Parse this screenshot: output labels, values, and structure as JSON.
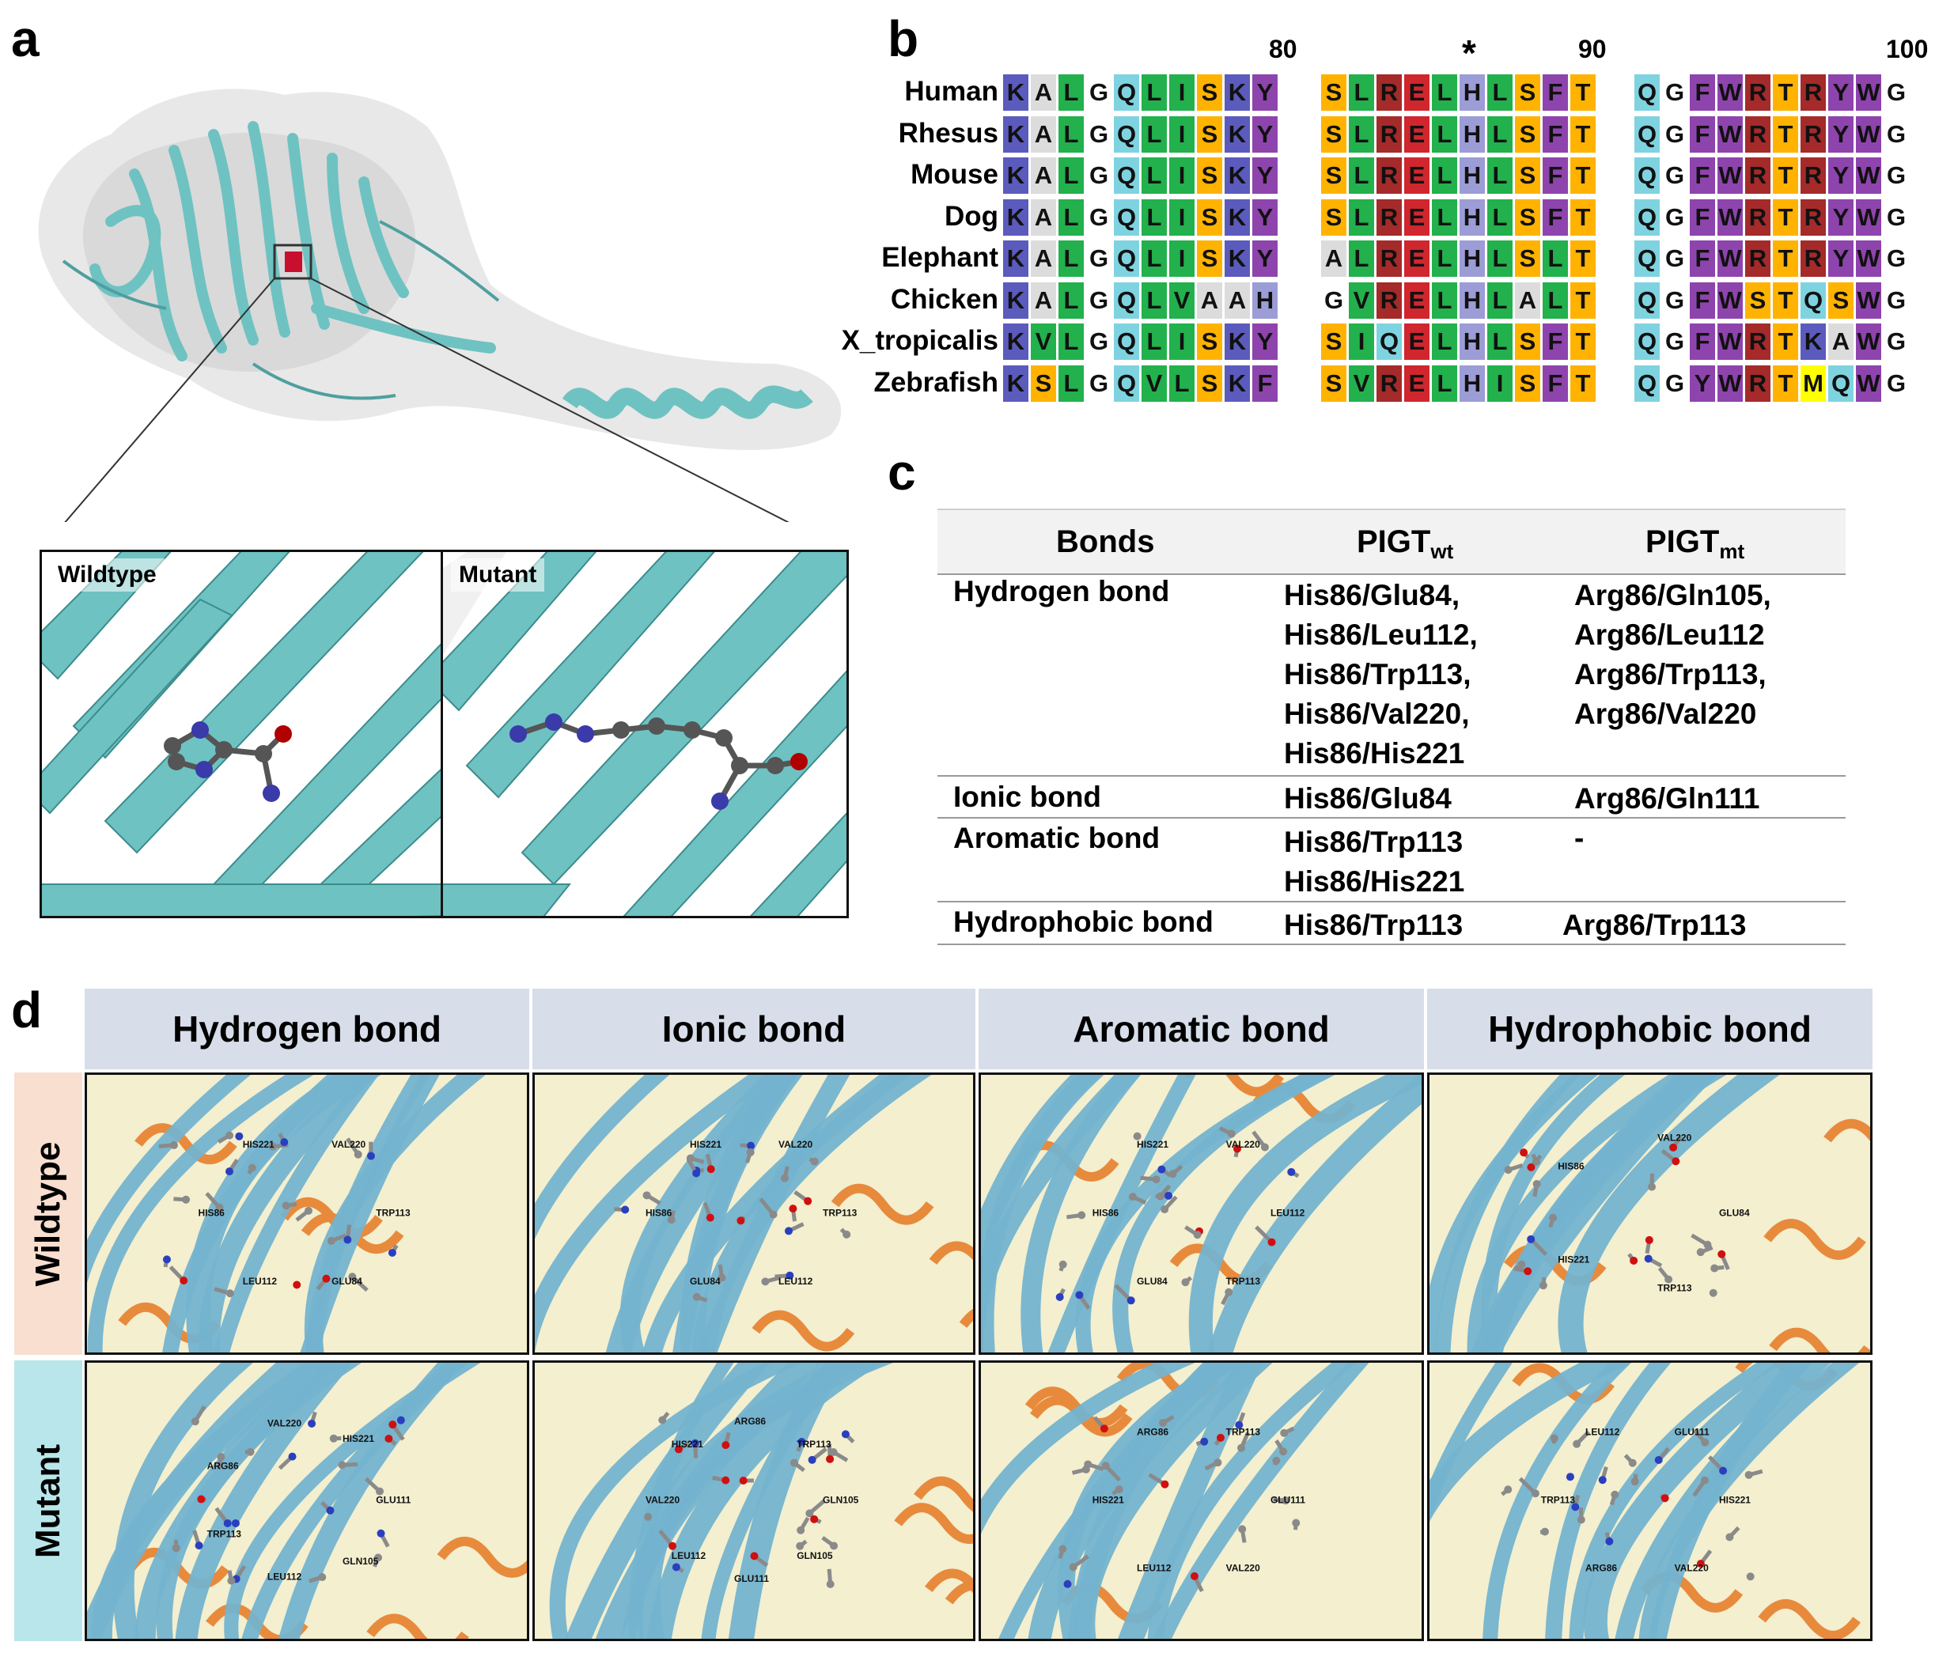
{
  "panel_letters": {
    "a": "a",
    "b": "b",
    "c": "c",
    "d": "d"
  },
  "panel_a": {
    "inset_wildtype_label": "Wildtype",
    "inset_mutant_label": "Mutant",
    "colors": {
      "ribbon": "#6fc2c2",
      "surface": "#d9d9d9",
      "highlight": "#c8102e",
      "carbon": "#555555",
      "nitrogen": "#3a3aaa",
      "oxygen": "#b00000"
    }
  },
  "panel_b": {
    "position_markers": [
      "80",
      "*",
      "90",
      "100"
    ],
    "species": [
      "Human",
      "Rhesus",
      "Mouse",
      "Dog",
      "Elephant",
      "Chicken",
      "X_tropicalis",
      "Zebrafish"
    ],
    "blocks": [
      [
        "KALGQLISKY",
        "KALGQLISKY",
        "KALGQLISKY",
        "KALGQLISKY",
        "KALGQLISKY",
        "KALGQLVAAH",
        "KVLGQLISKY",
        "KSLGQVLSKF"
      ],
      [
        "SLRELHLSFT",
        "SLRELHLSFT",
        "SLRELHLSFT",
        "SLRELHLSFT",
        "ALRELHLSLT",
        "GVRELHLALT",
        "SIQELHLSFT",
        "SVRELHISFT"
      ],
      [
        "QGFWRTRYWG",
        "QGFWRTRYWG",
        "QGFWRTRYWG",
        "QGFWRTRYWG",
        "QGFWRTRYWG",
        "QGFWSTQSWG",
        "QGFWRTKAWG",
        "QGYWRTMQWG"
      ]
    ],
    "residue_colors": {
      "K": "#5b5bbd",
      "R": "#a52a2a",
      "H": "#9c9cd6",
      "A": "#dcdcdc",
      "L": "#22b14c",
      "I": "#22b14c",
      "V": "#22b14c",
      "M": "#ffff00",
      "G": "#ffffff",
      "Q": "#7fd3e0",
      "N": "#7fd3e0",
      "S": "#ffb300",
      "T": "#ffb300",
      "Y": "#8e44ad",
      "W": "#8e44ad",
      "F": "#8e44ad",
      "E": "#d0262e",
      "D": "#d0262e"
    }
  },
  "panel_c": {
    "headers": {
      "bonds": "Bonds",
      "wt_main": "PIGT",
      "wt_sub": "wt",
      "mt_main": "PIGT",
      "mt_sub": "mt"
    },
    "rows": [
      {
        "bond": "Hydrogen bond",
        "wt": [
          "His86/Glu84,",
          "His86/Leu112,",
          "His86/Trp113,",
          "His86/Val220,",
          "His86/His221"
        ],
        "mt": [
          "Arg86/Gln105,",
          "Arg86/Leu112",
          "Arg86/Trp113,",
          "Arg86/Val220"
        ]
      },
      {
        "bond": "Ionic bond",
        "wt": [
          "His86/Glu84"
        ],
        "mt": [
          "Arg86/Gln111"
        ]
      },
      {
        "bond": "Aromatic bond",
        "wt": [
          "His86/Trp113",
          "His86/His221"
        ],
        "mt": [
          "-"
        ]
      },
      {
        "bond": "Hydrophobic bond",
        "wt": [
          "His86/Trp113"
        ],
        "mt": [
          "Arg86/Trp113"
        ]
      }
    ]
  },
  "panel_d": {
    "columns": [
      "Hydrogen bond",
      "Ionic bond",
      "Aromatic bond",
      "Hydrophobic bond"
    ],
    "rows": [
      "Wildtype",
      "Mutant"
    ],
    "colors": {
      "col_header_bg": "#d7deea",
      "wildtype_bg": "#f9dfd0",
      "mutant_bg": "#b9e6ea",
      "ribbon": "#74b3cf",
      "loop": "#e88a3c",
      "background": "#f3efcf"
    },
    "labels": [
      [
        [
          "TRP113",
          "GLU84",
          "LEU112",
          "HIS86",
          "HIS221",
          "VAL220"
        ],
        [
          "TRP113",
          "LEU112",
          "GLU84",
          "HIS86",
          "HIS221",
          "VAL220"
        ],
        [
          "LEU112",
          "TRP113",
          "GLU84",
          "HIS86",
          "HIS221",
          "VAL220"
        ],
        [
          "GLU84",
          "TRP113",
          "HIS221",
          "HIS86",
          "VAL220"
        ]
      ],
      [
        [
          "GLU111",
          "GLN105",
          "LEU112",
          "TRP113",
          "ARG86",
          "VAL220",
          "HIS221"
        ],
        [
          "GLN105",
          "GLN105",
          "GLU111",
          "LEU112",
          "VAL220",
          "HIS221",
          "ARG86",
          "TRP113"
        ],
        [
          "GLU111",
          "VAL220",
          "LEU112",
          "HIS221",
          "ARG86",
          "TRP113"
        ],
        [
          "HIS221",
          "VAL220",
          "ARG86",
          "TRP113",
          "LEU112",
          "GLU111"
        ]
      ]
    ]
  }
}
